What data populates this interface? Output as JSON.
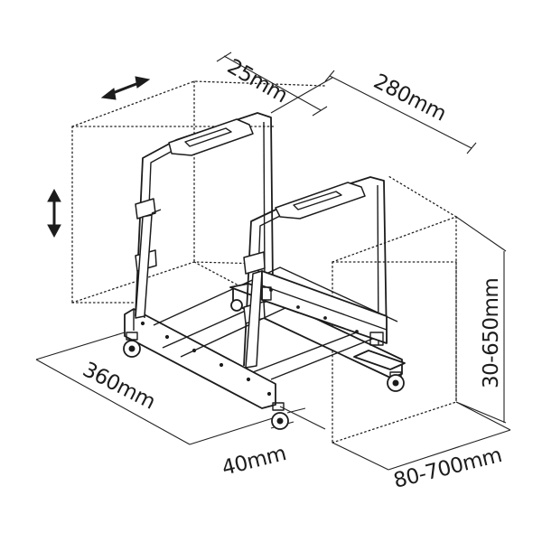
{
  "dimensions": {
    "top_depth": "25mm",
    "top_width": "280mm",
    "height": "30-650mm",
    "base_length": "360mm",
    "caster_offset": "40mm",
    "width_range": "80-700mm"
  },
  "icons": {
    "horizontal_adjust": "double-arrow-horizontal-icon",
    "vertical_adjust": "double-arrow-vertical-icon"
  },
  "colors": {
    "line": "#1c1c1c",
    "background": "#ffffff"
  }
}
